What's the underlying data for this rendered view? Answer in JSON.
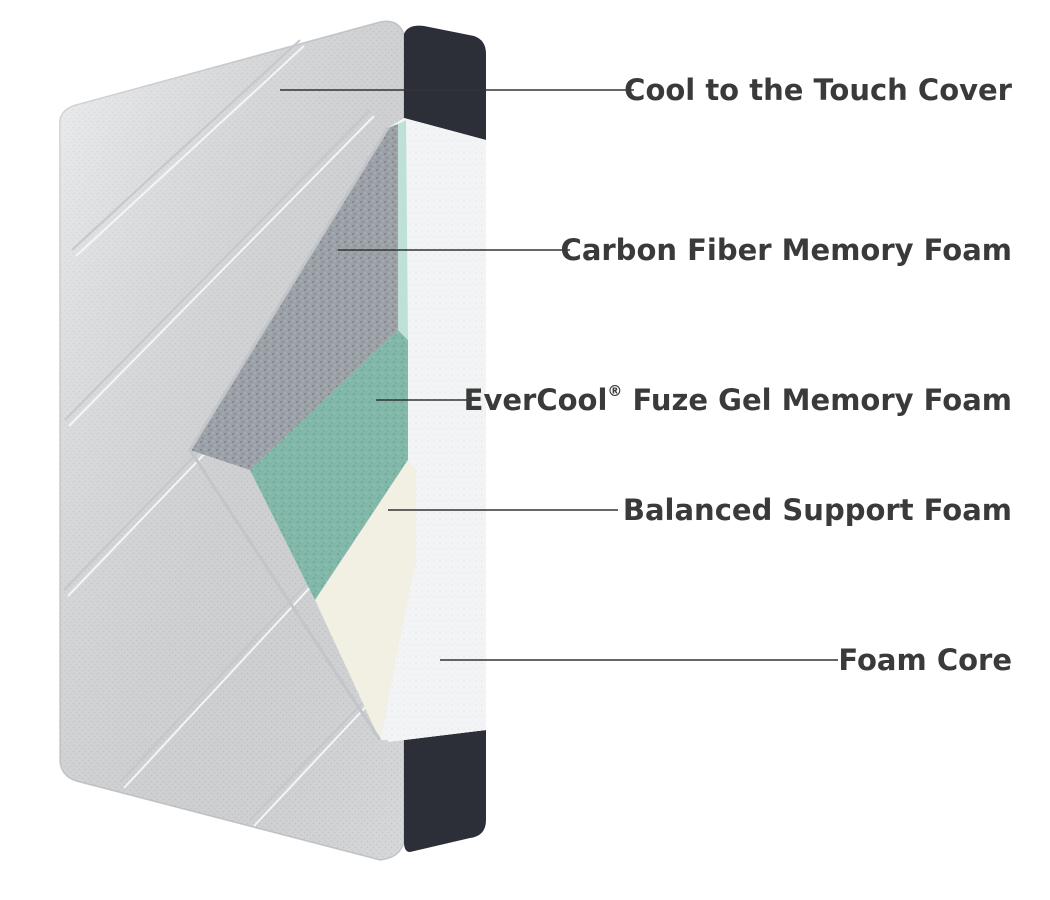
{
  "diagram": {
    "layers": [
      {
        "id": "cover",
        "label": "Cool to the Touch Cover",
        "color": "#e6e8ea"
      },
      {
        "id": "carbon",
        "label": "Carbon Fiber Memory Foam",
        "color": "#9aa0a6"
      },
      {
        "id": "gel",
        "label": "EverCool",
        "label_mark": "®",
        "label_suffix": " Fuze Gel Memory Foam",
        "color": "#7fb5a6"
      },
      {
        "id": "support",
        "label": "Balanced Support Foam",
        "color": "#f1efe4"
      },
      {
        "id": "core",
        "label": "Foam Core",
        "color": "#f2f3f4"
      }
    ],
    "side_panel_color": "#2c2f38",
    "leader_line_color": "#333333"
  }
}
